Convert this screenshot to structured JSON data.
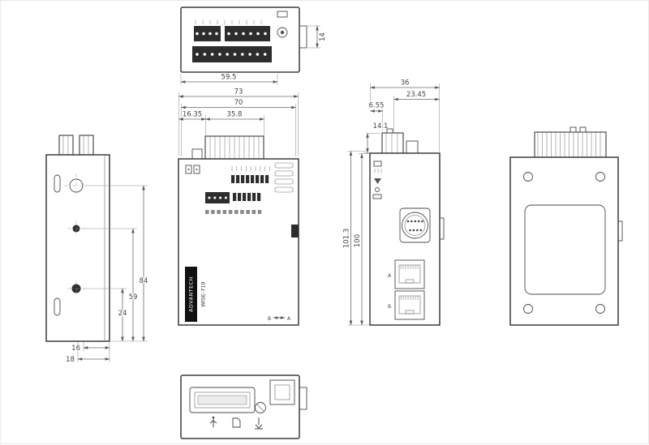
{
  "dims": {
    "top_width": "59.5",
    "top_latch": "14",
    "front_overall_width": "73",
    "front_body_width": "70",
    "front_terminal_offset": "16.35",
    "front_terminal_width": "35.8",
    "side_depth": "36",
    "side_upper_depth": "23.45",
    "side_front_offset": "6.55",
    "side_clip_height": "14.1",
    "side_overall_height": "101.3",
    "side_body_height": "100",
    "left_hole_bottom": "24",
    "left_hole_middle": "59",
    "left_hole_top": "84",
    "left_bottom_width_inner": "16",
    "left_bottom_width_outer": "18"
  },
  "labels": {
    "brand": "ADVANTECH",
    "model": "WISE-710",
    "port_a": "A",
    "port_b": "B"
  },
  "palette": {
    "outline": "#3b3b3b",
    "dimension_line": "#6a6a6a",
    "dark_fill": "#2d2d2d"
  }
}
